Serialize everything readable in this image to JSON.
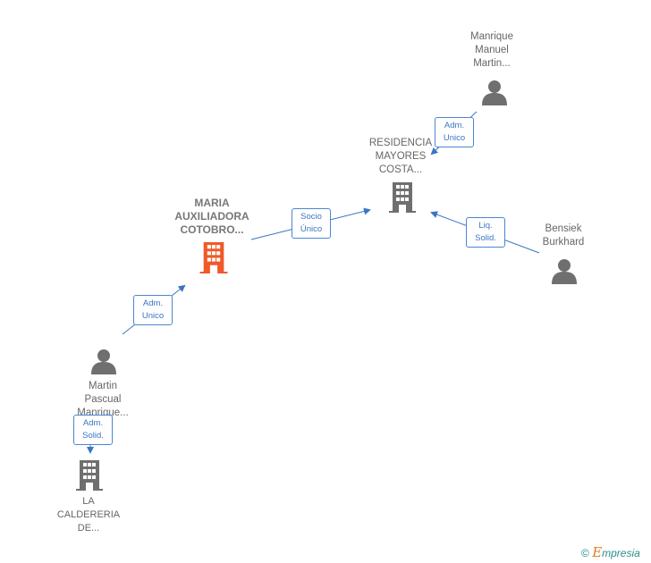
{
  "colors": {
    "edge": "#3a75c4",
    "node_gray": "#6f6f6f",
    "node_main": "#f05a28",
    "brand_teal": "#2a8c8c",
    "brand_orange": "#e07a20"
  },
  "nodes": {
    "manrique_manuel": {
      "type": "person",
      "lines": [
        "Manrique",
        "Manuel",
        "Martin..."
      ]
    },
    "residencia": {
      "type": "company",
      "lines": [
        "RESIDENCIA",
        "MAYORES",
        "COSTA..."
      ]
    },
    "maria": {
      "type": "company-main",
      "lines": [
        "MARIA",
        "AUXILIADORA",
        "COTOBRO..."
      ]
    },
    "bensiek": {
      "type": "person",
      "lines": [
        "Bensiek",
        "Burkhard"
      ]
    },
    "martin_pascual": {
      "type": "person",
      "lines": [
        "Martin",
        "Pascual",
        "Manrique..."
      ]
    },
    "caldereria": {
      "type": "company",
      "lines": [
        "LA",
        "CALDERERIA",
        "DE..."
      ]
    }
  },
  "edges": {
    "adm_unico_top": {
      "lines": [
        "Adm.",
        "Unico"
      ]
    },
    "socio_unico": {
      "lines": [
        "Socio",
        "Único"
      ]
    },
    "liq_solid": {
      "lines": [
        "Liq.",
        "Solid."
      ]
    },
    "adm_unico_left": {
      "lines": [
        "Adm.",
        "Unico"
      ]
    },
    "adm_solid": {
      "lines": [
        "Adm.",
        "Solid."
      ]
    }
  },
  "brand": {
    "symbol": "©",
    "first": "E",
    "rest": "mpresia"
  }
}
